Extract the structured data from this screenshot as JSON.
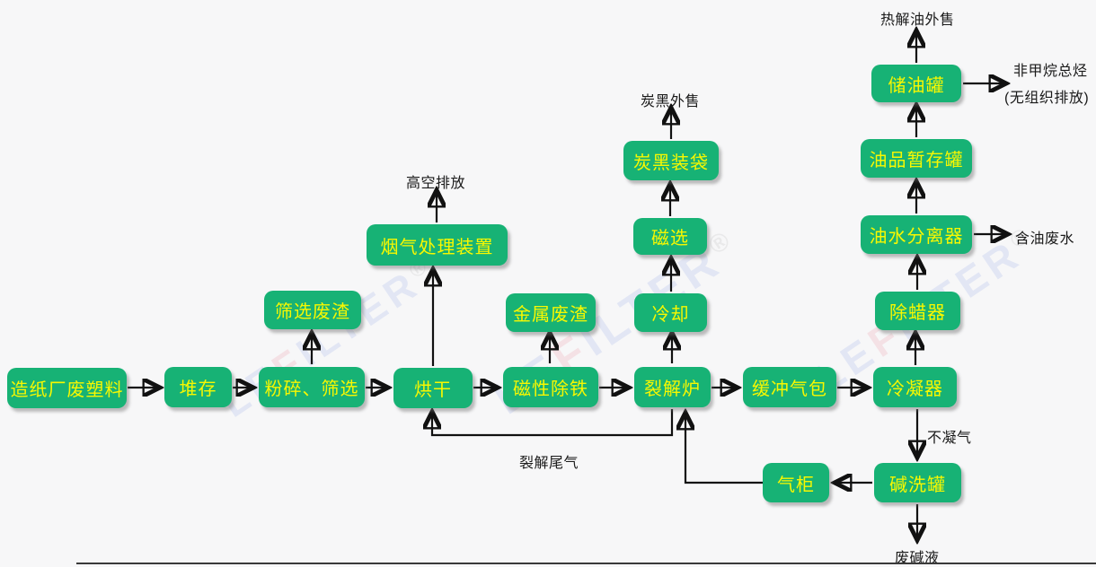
{
  "nodes": {
    "waste_plastic": "造纸厂废塑料",
    "stockpile": "堆存",
    "crush_screen": "粉碎、筛选",
    "drying": "烘干",
    "magnetic_iron": "磁性除铁",
    "pyrolysis": "裂解炉",
    "buffer": "缓冲气包",
    "condenser": "冷凝器",
    "screen_waste": "筛选废渣",
    "flue_gas": "烟气处理装置",
    "metal_waste": "金属废渣",
    "cooling": "冷却",
    "mag_sep": "磁选",
    "cb_bagging": "炭黑装袋",
    "dewax": "除蜡器",
    "oil_water_sep": "油水分离器",
    "oil_temp": "油品暂存罐",
    "oil_tank": "储油罐",
    "alkali_tank": "碱洗罐",
    "gas_holder": "气柜"
  },
  "labels": {
    "high_altitude": "高空排放",
    "cb_sale": "炭黑外售",
    "pyro_oil_sale": "热解油外售",
    "nmhc": "非甲烷总烃",
    "unorganized": "(无组织排放)",
    "oily_wastewater": "含油废水",
    "non_condensable": "不凝气",
    "waste_alkali": "废碱液",
    "pyro_tail_gas": "裂解尾气"
  },
  "watermark": {
    "p1": "LE",
    "p2": "F",
    "p3": "ILTER",
    "reg": "®"
  },
  "colors": {
    "box": "#17b275",
    "box_text": "#f8f800",
    "arrow": "#111111",
    "bg": "#f7f7f8",
    "label": "#1a1a1a",
    "wm_blue": "#b9c6ec",
    "wm_red": "#f0b6c0"
  }
}
